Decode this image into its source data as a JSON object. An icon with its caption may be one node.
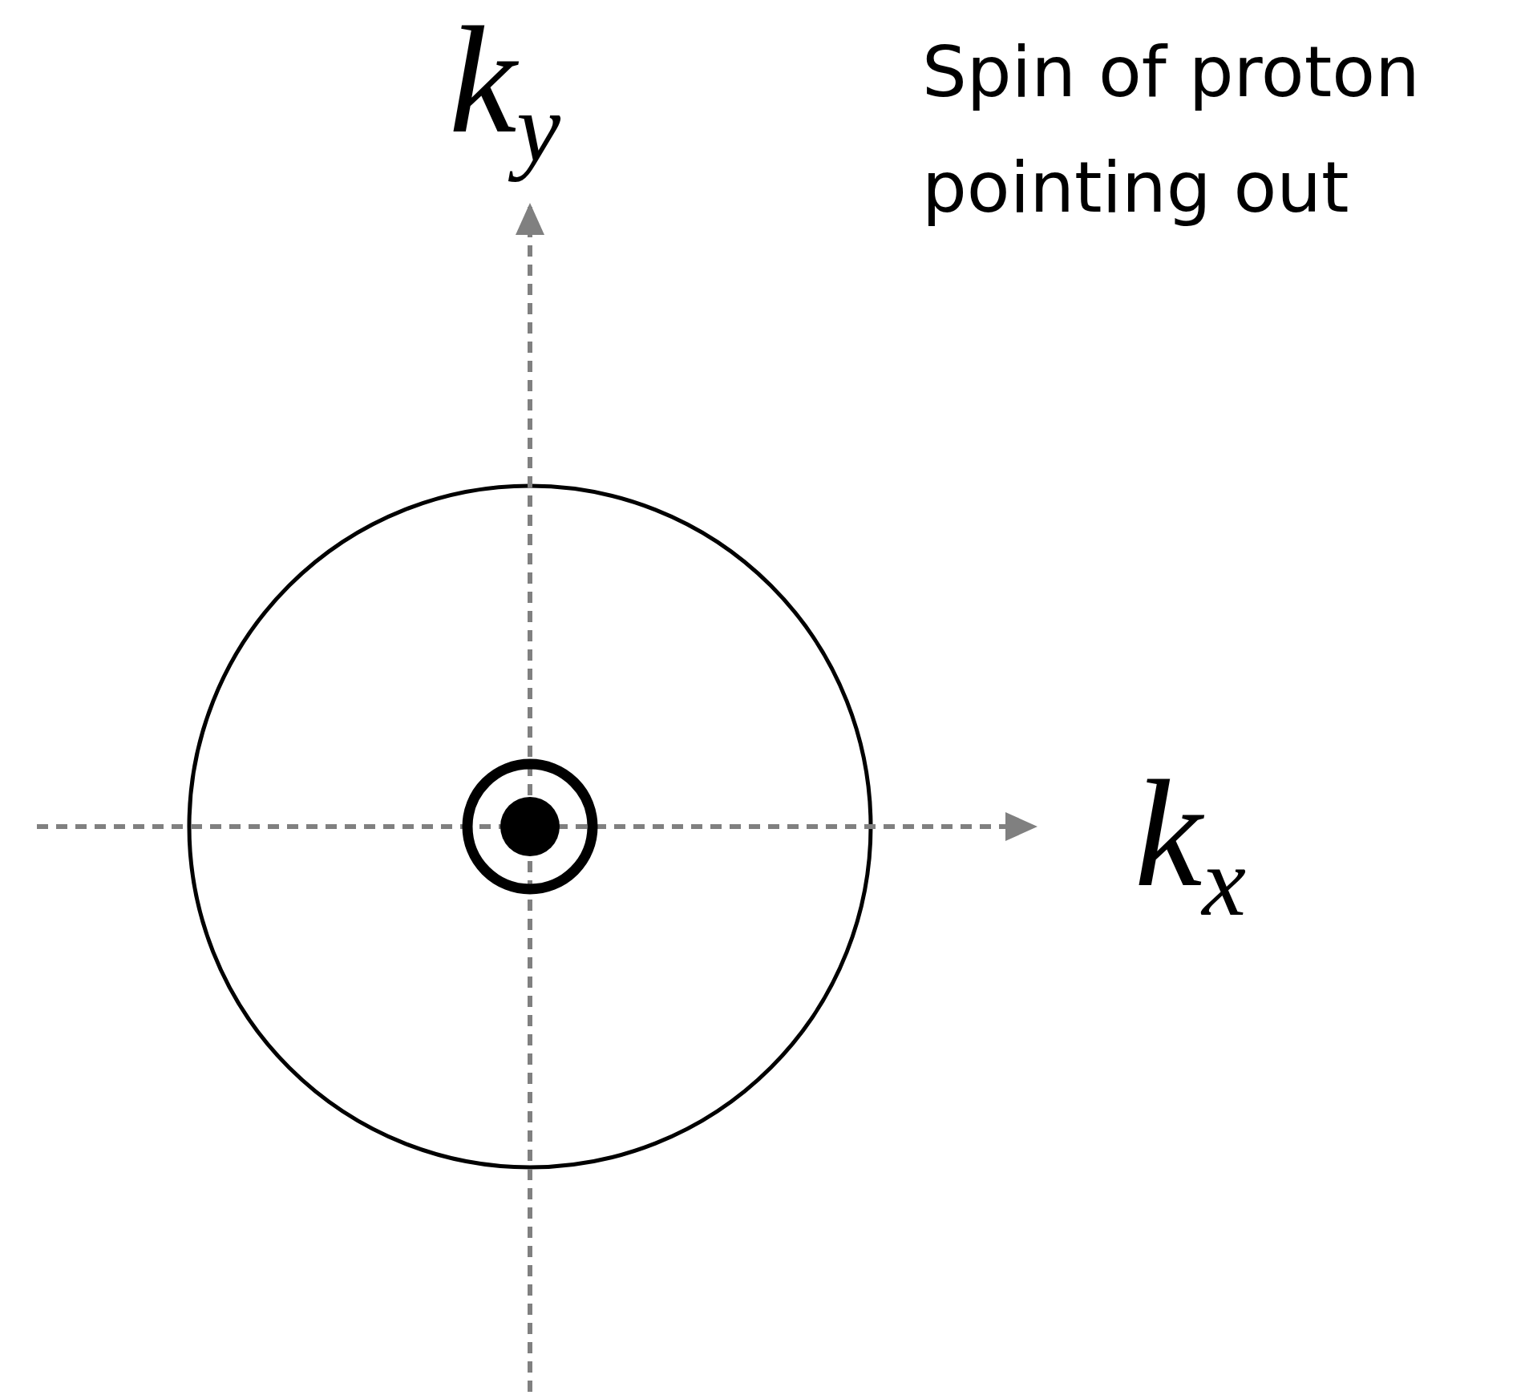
{
  "diagram": {
    "labels": [
      "k$_{y}$",
      "k$_{x}$",
      "Spin of proton pointing out"
    ]
  }
}
